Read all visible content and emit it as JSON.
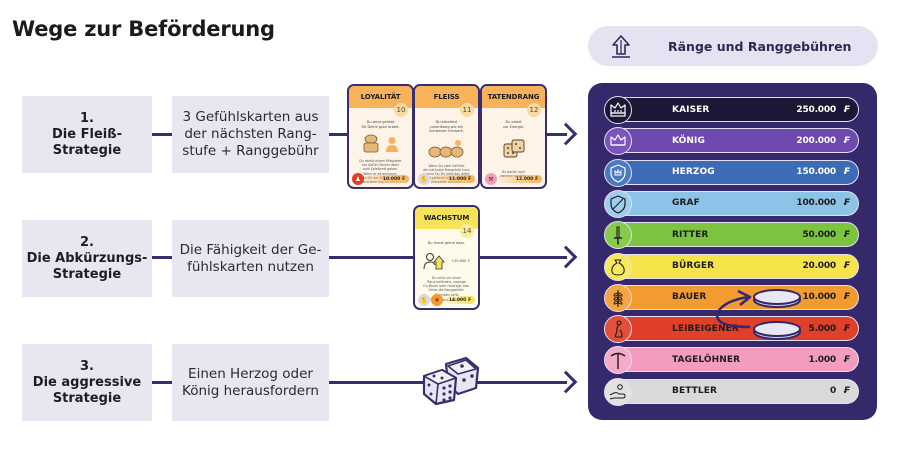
{
  "title": "Wege zur Beförderung",
  "strategies": [
    {
      "number": "1.",
      "name_line1": "Die Fleiß-",
      "name_line2": "Strategie",
      "desc_line1": "3 Gefühlskarten aus",
      "desc_line2": "der nächsten Rang-",
      "desc_line3": "stufe + Ranggebühr"
    },
    {
      "number": "2.",
      "name_line1": "Die Abkürzungs-",
      "name_line2": "Strategie",
      "desc_line1": "Die Fähigkeit der Ge-",
      "desc_line2": "fühlskarten nutzen"
    },
    {
      "number": "3.",
      "name_line1": "Die aggressive",
      "name_line2": "Strategie",
      "desc_line1": "Einen Herzog oder",
      "desc_line2": "König herausfordern"
    }
  ],
  "cards": [
    {
      "title": "LOYALITÄT",
      "number": "10",
      "tagline1": "Du wirst geliebt",
      "tagline2": "für Deine gute Arbeit.",
      "body1": "Du darfst einem Mitspieler",
      "body2": "ein Gefühl Deiner Wahl",
      "body3": "vom Spielbrett geben.",
      "body4": "Wenn er es annimmt,",
      "body5": "gibt Dir der Mitspieler als",
      "body6": "Anerkennung 10.000₣.",
      "fee": "10.000 ₣",
      "rank_icon": "leibeigener-icon",
      "rank_color": "#e0402a"
    },
    {
      "title": "FLEISS",
      "number": "11",
      "tagline1": "Du arbeitest",
      "tagline2": "zuverlässig wie ein",
      "tagline3": "Schweizer Uhrwerk.",
      "body1": "Wenn Du zwei Gefühle",
      "body2": "der nächsten Rangstufe hast,",
      "body3": "kannst Du Dir jetzt das dritte",
      "body4": "vom Spielbrett oder von einem",
      "body5": "Mitspieler nehmen.",
      "fee": "11.000 ₣",
      "rank_icon": "bettler-icon",
      "rank_color": "#d9d9d9"
    },
    {
      "title": "TATENDRANG",
      "number": "12",
      "tagline1": "Du platzt",
      "tagline2": "vor Energie.",
      "body1": "Du darfst noch",
      "body2": "zweimal würfeln.",
      "fee": "12.000 ₣",
      "rank_icon": "tageloehner-icon",
      "rank_color": "#f49cc0"
    },
    {
      "title": "WACHSTUM",
      "number": "14",
      "tagline1": "Du lernst gerne dazu.",
      "bonus": "+20.000 ₣",
      "body1": "Du wirst um einen",
      "body2": "Rang befördert, solange",
      "body3": "Du Bauer oder niedriger bist.",
      "body4": "Zahle die Ranggebühr.",
      "body5": "Alternativ zahlt",
      "body6": "Dir die Bank 30.000₣.",
      "fee": "14.000 ₣",
      "rank_icon": "bauer-icon",
      "rank_color": "#f39a30"
    }
  ],
  "rank_panel": {
    "button_label": "Ränge und Ranggebühren",
    "button_icon": "arrow-up-icon",
    "currency": "₣",
    "ranks": [
      {
        "name": "KAISER",
        "fee": "250.000",
        "icon": "crown-jeweled-icon",
        "bg": "#1d1635",
        "fg": "#ffffff",
        "iconbg": "#1d1635"
      },
      {
        "name": "KÖNIG",
        "fee": "200.000",
        "icon": "crown-icon",
        "bg": "#6e49b0",
        "fg": "#ffffff",
        "iconbg": "#7b55bd"
      },
      {
        "name": "HERZOG",
        "fee": "150.000",
        "icon": "shield-crown-icon",
        "bg": "#3d6cb6",
        "fg": "#ffffff",
        "iconbg": "#4a79c2"
      },
      {
        "name": "GRAF",
        "fee": "100.000",
        "icon": "shield-icon",
        "bg": "#8ec3e8",
        "fg": "#1c1c1c",
        "iconbg": "#9fcdee"
      },
      {
        "name": "RITTER",
        "fee": "50.000",
        "icon": "sword-icon",
        "bg": "#7cc440",
        "fg": "#1c1c1c",
        "iconbg": "#86cc4a"
      },
      {
        "name": "BÜRGER",
        "fee": "20.000",
        "icon": "money-bag-icon",
        "bg": "#f7e44a",
        "fg": "#1c1c1c",
        "iconbg": "#f8e85c"
      },
      {
        "name": "BAUER",
        "fee": "10.000",
        "icon": "wheat-icon",
        "bg": "#f39a30",
        "fg": "#1c1c1c",
        "iconbg": "#f5a543"
      },
      {
        "name": "LEIBEIGENER",
        "fee": "5.000",
        "icon": "kneeling-figure-icon",
        "bg": "#e0402a",
        "fg": "#1c1c1c",
        "iconbg": "#e44f3a"
      },
      {
        "name": "TAGELÖHNER",
        "fee": "1.000",
        "icon": "pickaxe-icon",
        "bg": "#f49cc0",
        "fg": "#1c1c1c",
        "iconbg": "#f6aac9"
      },
      {
        "name": "BETTLER",
        "fee": "0",
        "icon": "beggar-hand-icon",
        "bg": "#d9d9d9",
        "fg": "#1c1c1c",
        "iconbg": "#e2e2e2"
      }
    ]
  },
  "colors": {
    "accent": "#35296b",
    "box_bg": "#e9e6f1",
    "card_orange": "#f7b25a",
    "card_yellow": "#f6e35a"
  }
}
